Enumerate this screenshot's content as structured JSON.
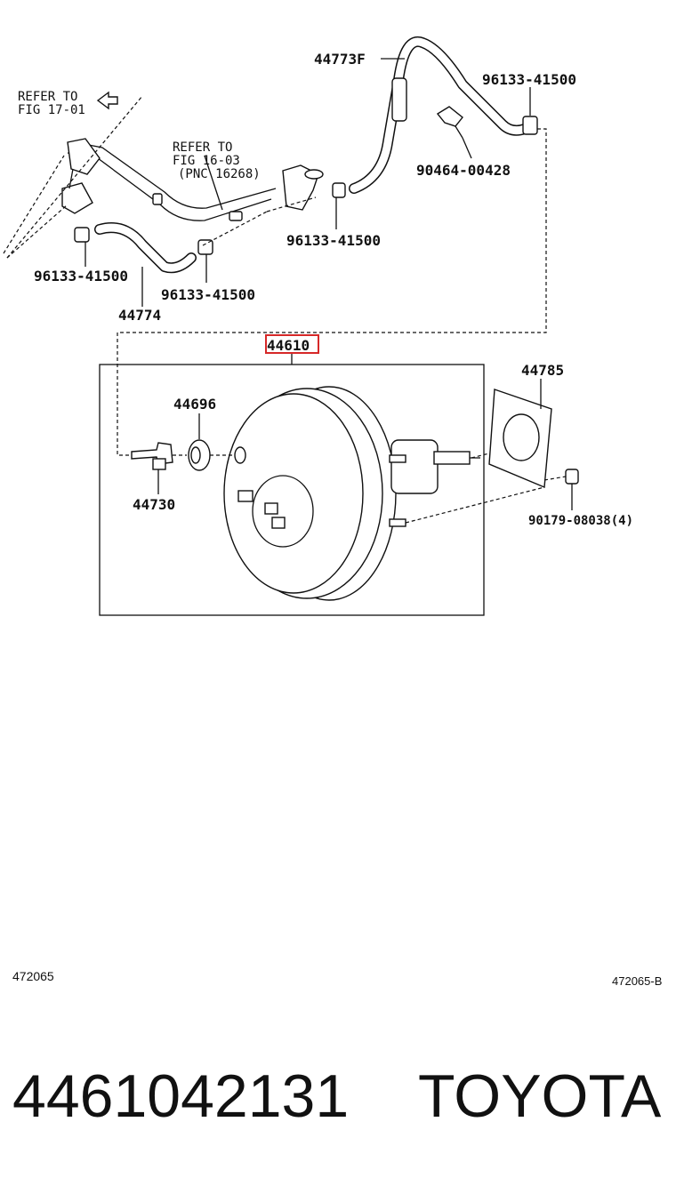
{
  "labels": {
    "p44773": "44773F",
    "p96133_a": "96133-41500",
    "p90464": "90464-00428",
    "p96133_b": "96133-41500",
    "p96133_c": "96133-41500",
    "p96133_d": "96133-41500",
    "p44774": "44774",
    "p44610": "44610",
    "p44785": "44785",
    "p44696": "44696",
    "p44730": "44730",
    "p90179": "90179-08038(4)"
  },
  "refs": {
    "ref1_line1": "REFER TO",
    "ref1_line2": "FIG 17-01",
    "ref2_line1": "REFER TO",
    "ref2_line2": "FIG 16-03",
    "ref2_line3": "(PNC 16268)"
  },
  "diagram_ids": {
    "left": "472065",
    "right": "472065-B"
  },
  "footer": {
    "part_number": "4461042131",
    "brand": "TOYOTA"
  },
  "colors": {
    "highlight": "#d62828"
  }
}
